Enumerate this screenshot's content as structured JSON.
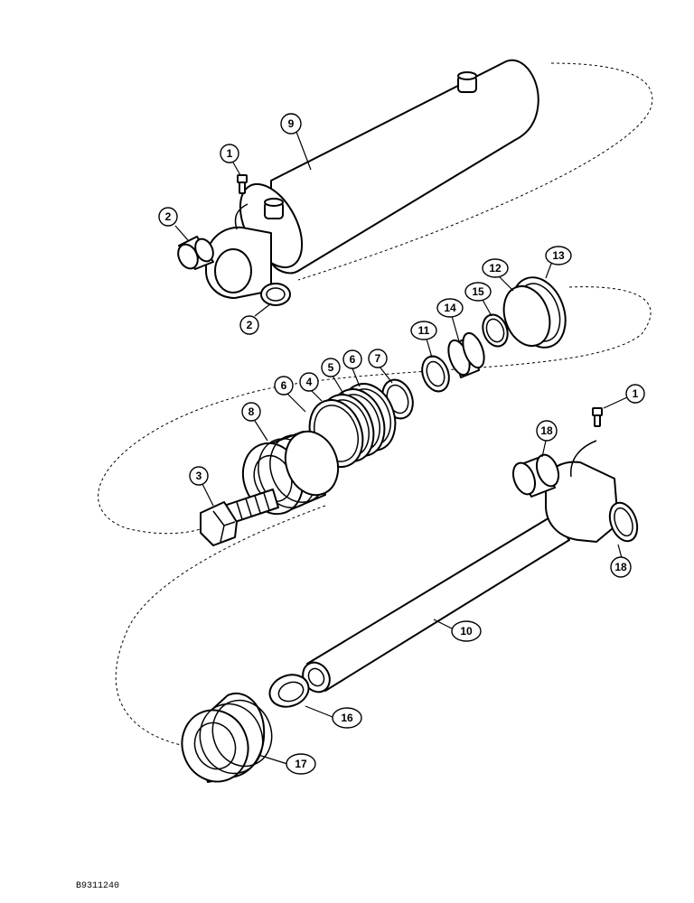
{
  "figure_code": "B9311240",
  "callouts": [
    "1",
    "2",
    "2",
    "9",
    "13",
    "12",
    "15",
    "14",
    "11",
    "7",
    "6",
    "5",
    "4",
    "6",
    "8",
    "3",
    "1",
    "18",
    "18",
    "10",
    "16",
    "17"
  ]
}
